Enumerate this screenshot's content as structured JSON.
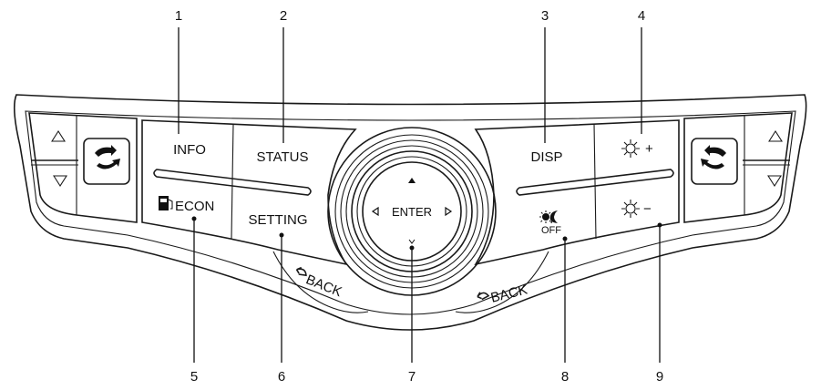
{
  "callouts": [
    "1",
    "2",
    "3",
    "4",
    "5",
    "6",
    "7",
    "8",
    "9"
  ],
  "buttons": {
    "info": "INFO",
    "status": "STATUS",
    "disp": "DISP",
    "brightness_up": "+",
    "econ": "ECON",
    "setting": "SETTING",
    "enter": "ENTER",
    "day_night_off": "OFF",
    "brightness_down": "−",
    "back_left": "BACK",
    "back_right": "BACK"
  },
  "icons": {
    "up_arrow": "triangle-up-icon",
    "down_arrow": "triangle-down-icon",
    "air_recirc": "air-recirculation-icon",
    "sun": "sun-icon",
    "fuel": "fuel-pump-icon",
    "back": "back-arrow-icon",
    "day_night": "day-night-icon"
  }
}
